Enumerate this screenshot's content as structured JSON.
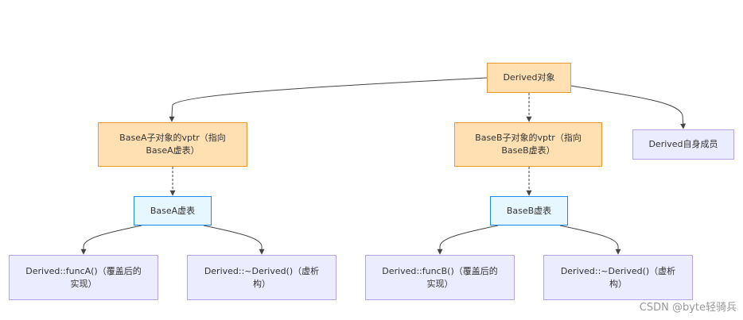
{
  "diagram": {
    "nodes": {
      "derived_object": "Derived对象",
      "basea_vptr_line1": "BaseA子对象的vptr（指向",
      "basea_vptr_line2": "BaseA虚表）",
      "baseb_vptr_line1": "BaseB子对象的vptr（指向",
      "baseb_vptr_line2": "BaseB虚表）",
      "derived_members": "Derived自身成员",
      "basea_vtable": "BaseA虚表",
      "baseb_vtable": "BaseB虚表",
      "funcA_line1": "Derived::funcA()（覆盖后的",
      "funcA_line2": "实现）",
      "destA_line1": "Derived::~Derived()（虚析",
      "destA_line2": "构）",
      "funcB_line1": "Derived::funcB()（覆盖后的",
      "funcB_line2": "实现）",
      "destB_line1": "Derived::~Derived()（虚析",
      "destB_line2": "构）"
    },
    "colors": {
      "orange_fill": "#ffe0b3",
      "orange_border": "#e8982e",
      "cyan_fill": "#e6f7ff",
      "cyan_border": "#1e88e5",
      "lavender_fill": "#ececff",
      "lavender_border": "#b8a3e6",
      "edge": "#444444"
    }
  },
  "watermark": "CSDN @byte轻骑兵"
}
